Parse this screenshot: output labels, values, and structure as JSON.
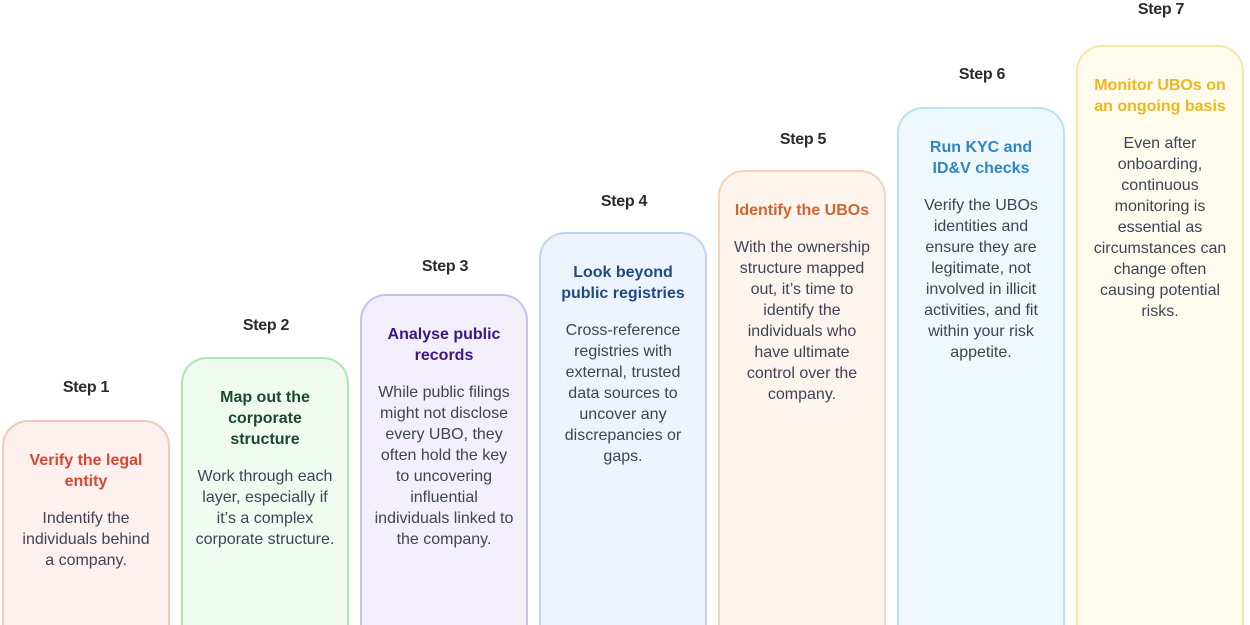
{
  "steps": [
    {
      "label": "Step 1",
      "title": "Verify the legal entity",
      "body": "Indentify the individuals behind a company."
    },
    {
      "label": "Step 2",
      "title": "Map out the corporate structure",
      "body": "Work through each layer, especially if it’s a complex corporate structure."
    },
    {
      "label": "Step 3",
      "title": "Analyse public records",
      "body": "While public filings might not disclose every UBO, they often hold the key to uncovering influential individuals linked to the company."
    },
    {
      "label": "Step 4",
      "title": "Look beyond public registries",
      "body": "Cross-reference registries with external, trusted data sources to uncover any discrepancies or gaps."
    },
    {
      "label": "Step 5",
      "title": "Identify the UBOs",
      "body": "With the ownership structure mapped out, it’s time to identify the individuals who have ultimate control over the company."
    },
    {
      "label": "Step 6",
      "title": "Run KYC and ID&V checks",
      "body": "Verify the UBOs identities and ensure they are legitimate, not involved in illicit activities, and fit within your risk appetite."
    },
    {
      "label": "Step 7",
      "title": "Monitor UBOs on an ongoing basis",
      "body": "Even after onboarding, continuous monitoring is essential as circumstances can change often causing potential risks."
    }
  ],
  "colors": {
    "step1": "#d44a30",
    "step2": "#1b4a2c",
    "step3": "#3a1784",
    "step4": "#1f4b85",
    "step5": "#d0662e",
    "step6": "#2f86c4",
    "step7": "#efb620"
  }
}
